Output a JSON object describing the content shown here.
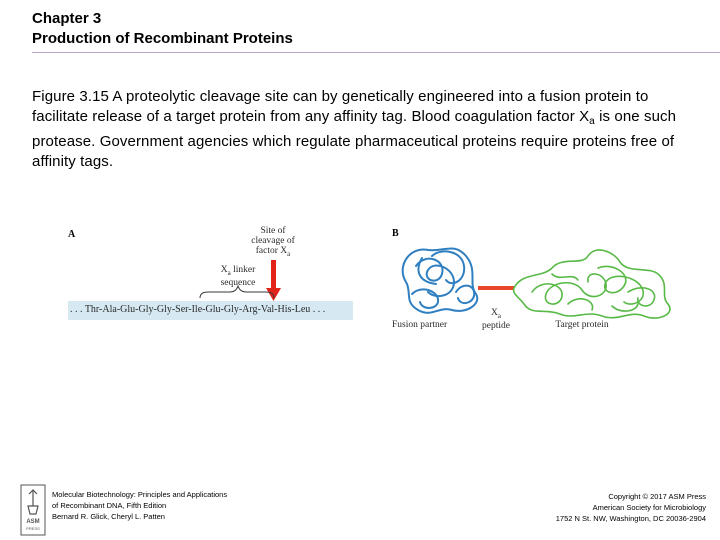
{
  "header": {
    "chapter": "Chapter 3",
    "title": "Production of Recombinant Proteins"
  },
  "caption": {
    "part1": "Figure 3.15  A proteolytic cleavage site can by genetically engineered into a fusion protein to facilitate release of a target protein from any affinity tag. Blood coagulation factor X",
    "sub": "a",
    "part2": " is one such protease. Government agencies which regulate pharmaceutical proteins require proteins free of affinity tags."
  },
  "panel_a": {
    "label": "A",
    "site_line1": "Site of",
    "site_line2": "cleavage of",
    "site_line3": "factor X",
    "site_sub": "a",
    "linker_line1_main": "X",
    "linker_line1_sub": "a",
    "linker_line1_rest": " linker",
    "linker_line2": "sequence",
    "sequence": ". . . Thr-Ala-Glu-Gly-Gly-Ser-Ile-Glu-Gly-Arg-Val-His-Leu . . ."
  },
  "panel_b": {
    "label": "B",
    "fusion_partner": "Fusion partner",
    "xa_main": "X",
    "xa_sub": "a",
    "xa_peptide": "peptide",
    "target_protein": "Target protein"
  },
  "colors": {
    "arrow": "#e2231a",
    "fusion": "#2f7fc1",
    "target": "#58b947",
    "linker": "#e8472a",
    "band": "#d6e9f3"
  },
  "footer": {
    "left1": "Molecular Biotechnology: Principles and Applications",
    "left2": "of Recombinant DNA, Fifth Edition",
    "left3": "Bernard R. Glick, Cheryl L. Patten",
    "right1": "Copyright © 2017 ASM Press",
    "right2": "American Society for Microbiology",
    "right3": "1752 N St. NW, Washington, DC 20036-2904",
    "logo_text": "ASM PRESS"
  }
}
